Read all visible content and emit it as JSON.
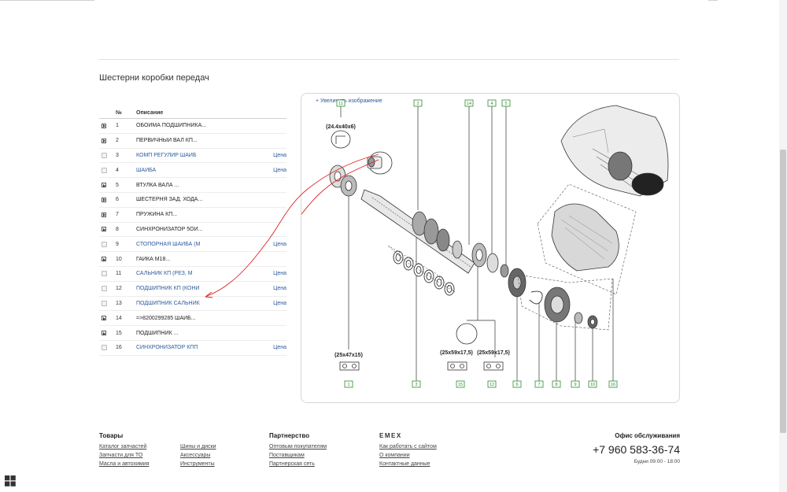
{
  "page": {
    "title": "Шестерни коробки передач"
  },
  "table": {
    "headers": {
      "num": "№",
      "desc": "Описание"
    },
    "rows": [
      {
        "num": "1",
        "desc": "ОБОЙМА ПОДШИПНИКА...",
        "price": "",
        "expandable": true
      },
      {
        "num": "2",
        "desc": "ПЕРВИЧНЫЙ ВАЛ КП...",
        "price": "",
        "expandable": true
      },
      {
        "num": "3",
        "desc": "КОМП РЕГУЛИР ШАЙБ",
        "price": "Цена",
        "expandable": false
      },
      {
        "num": "4",
        "desc": "ШАЙБА",
        "price": "Цена",
        "expandable": false
      },
      {
        "num": "5",
        "desc": "ВТУЛКА ВАЛА ...",
        "price": "",
        "expandable": true
      },
      {
        "num": "6",
        "desc": "ШЕСТЕРНЯ ЗАД. ХОДА...",
        "price": "",
        "expandable": true
      },
      {
        "num": "7",
        "desc": "ПРУЖИНА КП...",
        "price": "",
        "expandable": true
      },
      {
        "num": "8",
        "desc": "СИНХРОНИЗАТОР 5ОЙ...",
        "price": "",
        "expandable": true
      },
      {
        "num": "9",
        "desc": "СТОПОРНАЯ ШАЙБА (М",
        "price": "Цена",
        "expandable": false
      },
      {
        "num": "10",
        "desc": "ГАЙКА М18...",
        "price": "",
        "expandable": true
      },
      {
        "num": "11",
        "desc": "САЛЬНИК КП (РЕЗ, М",
        "price": "Цена",
        "expandable": false
      },
      {
        "num": "12",
        "desc": "ПОДШИПНИК КП (КОНИ",
        "price": "Цена",
        "expandable": false
      },
      {
        "num": "13",
        "desc": "ПОДШИПНИК САЛЬНИК",
        "price": "Цена",
        "expandable": false
      },
      {
        "num": "14",
        "desc": "=>8200299285 ШАЙБ...",
        "price": "",
        "expandable": true
      },
      {
        "num": "15",
        "desc": "ПОДШИПНИК ...",
        "price": "",
        "expandable": true
      },
      {
        "num": "16",
        "desc": "СИНХРОНИЗАТОР КПП",
        "price": "Цена",
        "expandable": false
      }
    ]
  },
  "diagram": {
    "enlarge_label": "+ Увеличить изображение",
    "size_labels": {
      "a": "(24.4x40x6)",
      "b": "(25x47x15)",
      "c": "(25x59x17,5)",
      "d": "(25x59x17,5)"
    },
    "callouts": {
      "top": [
        "11",
        "2",
        "14",
        "4",
        "5"
      ],
      "bottom": [
        "1",
        "3",
        "15",
        "12",
        "6",
        "7",
        "8",
        "9",
        "10",
        "16"
      ]
    },
    "annotation_color": "#e02020"
  },
  "footer": {
    "goods": {
      "title": "Товары",
      "links": [
        "Каталог запчастей",
        "Шины и диски",
        "Запчасти для ТО",
        "Аксессуары",
        "Масла и автохимия",
        "Инструменты"
      ]
    },
    "partnership": {
      "title": "Партнерство",
      "links": [
        "Оптовым покупателям",
        "Поставщикам",
        "Партнерская сеть"
      ]
    },
    "emex": {
      "title": "EMEX",
      "links": [
        "Как работать с сайтом",
        "О компании",
        "Контактные данные"
      ]
    },
    "office": {
      "title": "Офис обслуживания",
      "phone": "+7 960 583-36-74",
      "hours": "Будни 09:00 - 18:00"
    }
  },
  "colors": {
    "link": "#2d5a9e",
    "callout_green": "#2e8b2e"
  }
}
